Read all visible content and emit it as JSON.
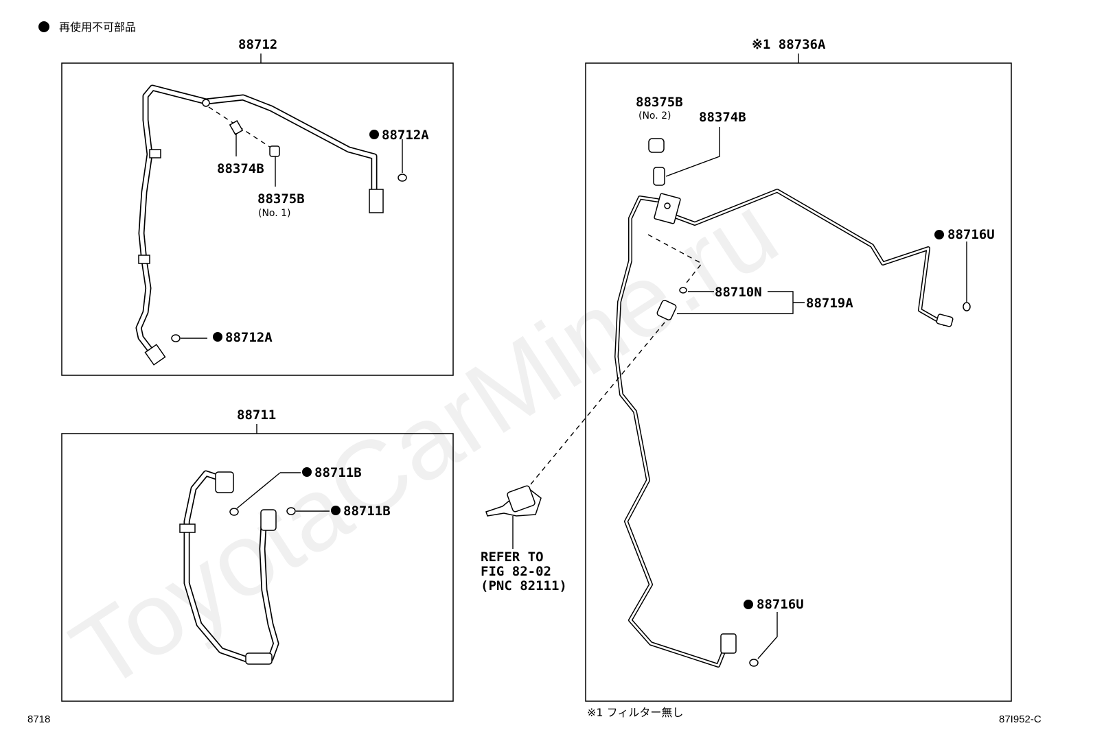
{
  "header": {
    "legend_text": "再使用不可部品"
  },
  "watermark": "ToyotaCarMine.ru",
  "footer": {
    "left_code": "8718",
    "right_code": "87I952-C",
    "note": "※1 フィルター無し"
  },
  "assemblies": [
    {
      "part_no": "88712",
      "callouts": {
        "fitting_upper": "88374B",
        "cap_upper": "88375B",
        "cap_upper_sub": "(No. 1)",
        "oring_right": "88712A",
        "oring_bottom": "88712A"
      }
    },
    {
      "part_no": "88711",
      "callouts": {
        "oring_top": "88711B",
        "oring_right": "88711B"
      }
    },
    {
      "part_no": "※1 88736A",
      "callouts": {
        "cap": "88375B",
        "cap_sub": "(No. 2)",
        "valve": "88374B",
        "oring_right": "88716U",
        "oring_switch": "88710N",
        "switch_group": "88719A",
        "oring_bottom": "88716U"
      }
    }
  ],
  "reference": {
    "line1": "REFER TO",
    "line2": "FIG 82-02",
    "line3": "(PNC 82111)"
  }
}
